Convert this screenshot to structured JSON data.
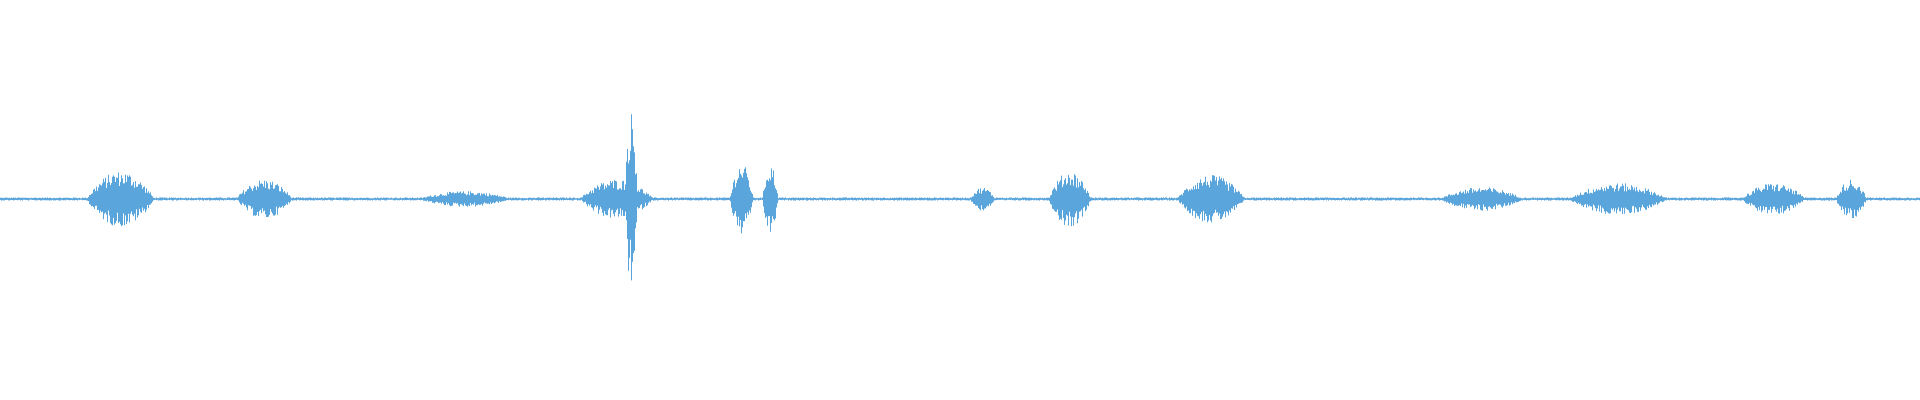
{
  "waveform": {
    "color": "#5aa5dc",
    "background": "#ffffff",
    "baseline_amplitude": 0.004,
    "bursts": [
      {
        "start": 0.045,
        "end": 0.08,
        "peak": 0.07
      },
      {
        "start": 0.123,
        "end": 0.152,
        "peak": 0.05
      },
      {
        "start": 0.218,
        "end": 0.266,
        "peak": 0.02
      },
      {
        "start": 0.302,
        "end": 0.34,
        "peak": 0.05
      },
      {
        "start": 0.325,
        "end": 0.332,
        "peak": 0.22
      },
      {
        "start": 0.38,
        "end": 0.392,
        "peak": 0.09
      },
      {
        "start": 0.397,
        "end": 0.405,
        "peak": 0.09
      },
      {
        "start": 0.505,
        "end": 0.518,
        "peak": 0.03
      },
      {
        "start": 0.546,
        "end": 0.568,
        "peak": 0.07
      },
      {
        "start": 0.613,
        "end": 0.648,
        "peak": 0.06
      },
      {
        "start": 0.75,
        "end": 0.793,
        "peak": 0.03
      },
      {
        "start": 0.817,
        "end": 0.868,
        "peak": 0.04
      },
      {
        "start": 0.907,
        "end": 0.94,
        "peak": 0.04
      },
      {
        "start": 0.956,
        "end": 0.972,
        "peak": 0.05
      }
    ]
  }
}
